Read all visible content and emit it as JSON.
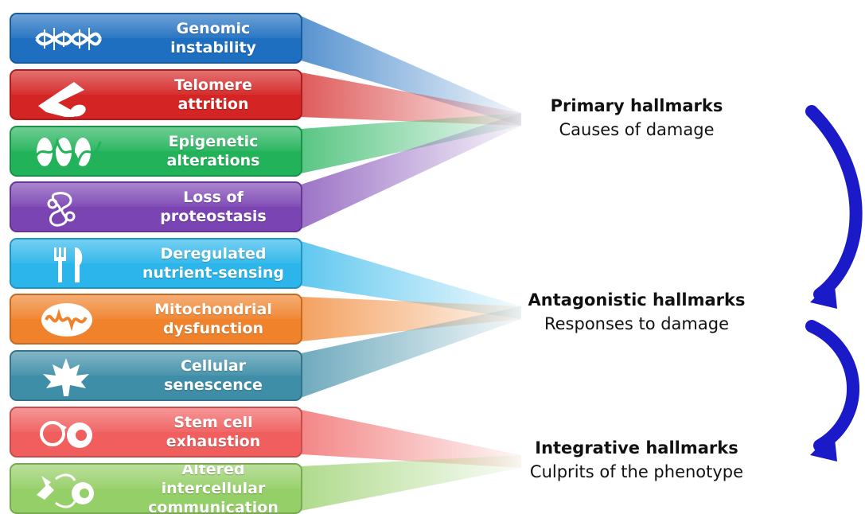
{
  "hallmarks": [
    {
      "label": "Genomic\ninstability",
      "color": "#1f6fc0",
      "icon": "dna-helix-icon",
      "group": "primary"
    },
    {
      "label": "Telomere\nattrition",
      "color": "#d42424",
      "icon": "chromosome-icon",
      "group": "primary"
    },
    {
      "label": "Epigenetic\nalterations",
      "color": "#22b35a",
      "icon": "nucleosome-icon",
      "group": "primary"
    },
    {
      "label": "Loss of\nproteostasis",
      "color": "#7b44b3",
      "icon": "protein-structure-icon",
      "group": "primary"
    },
    {
      "label": "Deregulated\nnutrient-sensing",
      "color": "#2bb5ea",
      "icon": "fork-knife-icon",
      "group": "antagonistic"
    },
    {
      "label": "Mitochondrial\ndysfunction",
      "color": "#f0822b",
      "icon": "mitochondrion-icon",
      "group": "antagonistic"
    },
    {
      "label": "Cellular\nsenescence",
      "color": "#3f8ea8",
      "icon": "maple-leaf-icon",
      "group": "antagonistic"
    },
    {
      "label": "Stem cell\nexhaustion",
      "color": "#f05e5e",
      "icon": "stem-cell-icon",
      "group": "integrative"
    },
    {
      "label": "Altered intercellular\ncommunication",
      "color": "#95cf67",
      "icon": "cell-communication-icon",
      "group": "integrative"
    }
  ],
  "groups": {
    "primary": {
      "title": "Primary hallmarks",
      "subtitle": "Causes of damage"
    },
    "antagonistic": {
      "title": "Antagonistic hallmarks",
      "subtitle": "Responses to damage"
    },
    "integrative": {
      "title": "Integrative hallmarks",
      "subtitle": "Culprits of the phenotype"
    }
  },
  "arrow_color": "#1a1ac8"
}
